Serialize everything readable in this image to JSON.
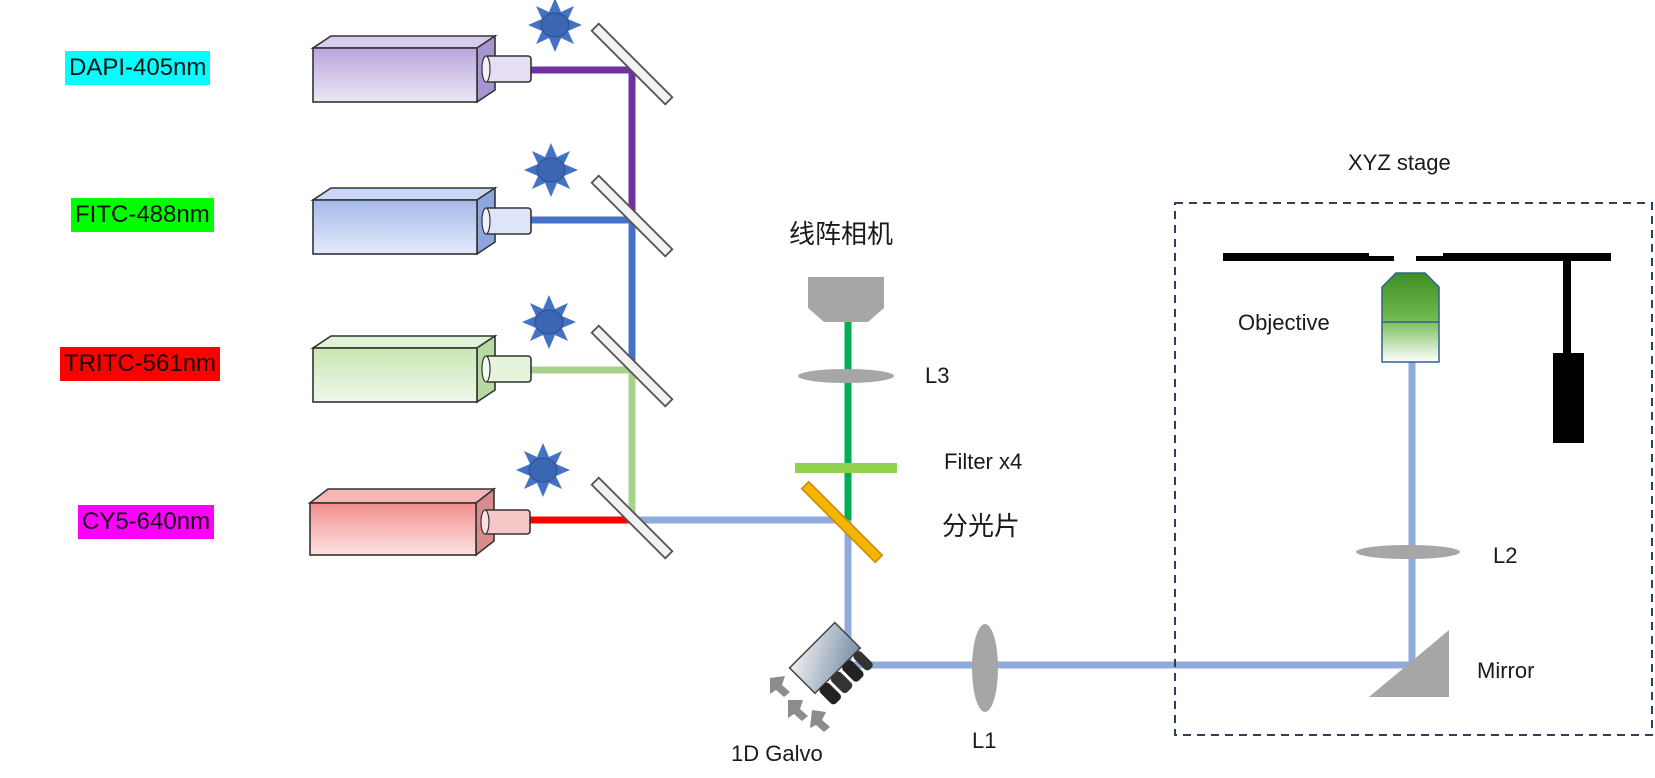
{
  "lasers": [
    {
      "label": "DAPI-405nm",
      "tag_color": "#00ffff",
      "body_color": "#c9b8e6",
      "beam_color": "#7030a0"
    },
    {
      "label": "FITC-488nm",
      "tag_color": "#00ff00",
      "body_color": "#b4c5ee",
      "beam_color": "#4472c4"
    },
    {
      "label": "TRITC-561nm",
      "tag_color": "#ff0000",
      "body_color": "#d5ecc5",
      "beam_color": "#a9d18e"
    },
    {
      "label": "CY5-640nm",
      "tag_color": "#ff00ff",
      "body_color": "#f5a0a0",
      "beam_color": "#ff0000"
    }
  ],
  "labels": {
    "camera": "线阵相机",
    "l3": "L3",
    "filter": "Filter x4",
    "splitter": "分光片",
    "galvo": "1D Galvo",
    "l1": "L1",
    "stage": "XYZ stage",
    "objective": "Objective",
    "l2": "L2",
    "mirror": "Mirror"
  },
  "colors": {
    "excitation_beam": "#8faadc",
    "emission_beam": "#00b050",
    "filter": "#92d050",
    "splitter": "#f4b400",
    "lens": "#a6a6a6",
    "star": "#4472c4"
  }
}
